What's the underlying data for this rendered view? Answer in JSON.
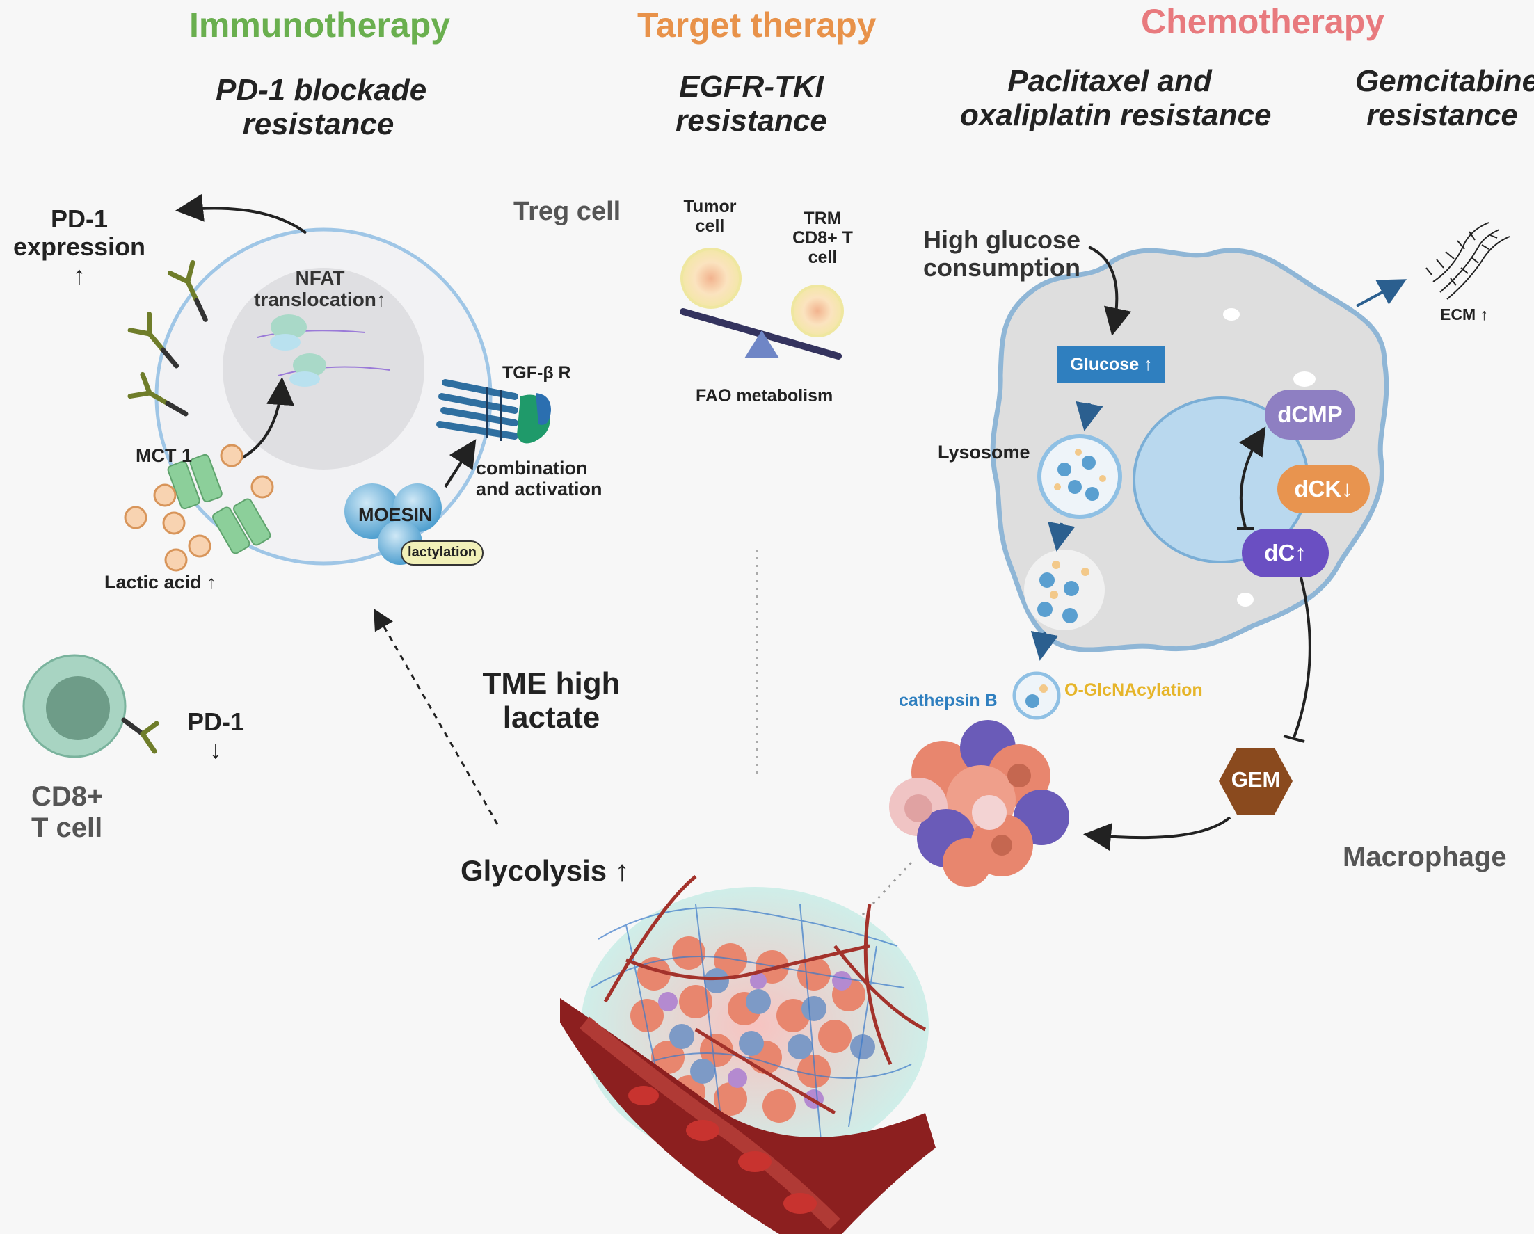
{
  "colors": {
    "immunotherapy": "#6aaf4f",
    "target_therapy": "#e8924a",
    "chemotherapy": "#e87a7e",
    "glucose_box": "#2f7fbf",
    "dcmp": "#8e7fc2",
    "dck": "#e8944f",
    "dc": "#6a4fc2",
    "gem": "#8a4a1e",
    "cathepsin": "#2f7fbf",
    "glcnac": "#e6b52a"
  },
  "sections": {
    "immunotherapy": "Immunotherapy",
    "target_therapy": "Target therapy",
    "chemotherapy": "Chemotherapy"
  },
  "subtitles": {
    "pd1_line1": "PD-1 blockade",
    "pd1_line2": "resistance",
    "egfr_line1": "EGFR-TKI",
    "egfr_line2": "resistance",
    "paclitaxel_line1": "Paclitaxel and",
    "paclitaxel_line2": "oxaliplatin resistance",
    "gem_line1": "Gemcitabine",
    "gem_line2": "resistance"
  },
  "immuno": {
    "pd1_expression_line1": "PD-1",
    "pd1_expression_line2": "expression",
    "pd1_expression_arrow": "↑",
    "treg_cell": "Treg cell",
    "nfat_line1": "NFAT",
    "nfat_line2": "translocation↑",
    "tgfb_r": "TGF-β R",
    "mct1": "MCT 1",
    "lactic_acid": "Lactic acid ↑",
    "moesin": "MOESIN",
    "lactylation": "lactylation",
    "combination_line1": "combination",
    "combination_line2": "and activation",
    "pd1_down_line1": "PD-1",
    "pd1_down_line2": "↓",
    "cd8_line1": "CD8+",
    "cd8_line2": "T cell",
    "tme_line1": "TME high",
    "tme_line2": "lactate",
    "glycolysis": "Glycolysis ↑"
  },
  "target": {
    "tumor_cell_line1": "Tumor",
    "tumor_cell_line2": "cell",
    "trm_line1": "TRM",
    "trm_line2": "CD8+ T",
    "trm_line3": "cell",
    "fao": "FAO metabolism"
  },
  "chemo": {
    "high_glucose_line1": "High glucose",
    "high_glucose_line2": "consumption",
    "glucose_box": "Glucose ↑",
    "lysosome": "Lysosome",
    "dcmp": "dCMP",
    "dck": "dCK↓",
    "dc": "dC↑",
    "ecm": "ECM ↑",
    "cathepsin_b": "cathepsin B",
    "o_glcnac": "O-GlcNAcylation",
    "gem": "GEM",
    "macrophage": "Macrophage"
  }
}
